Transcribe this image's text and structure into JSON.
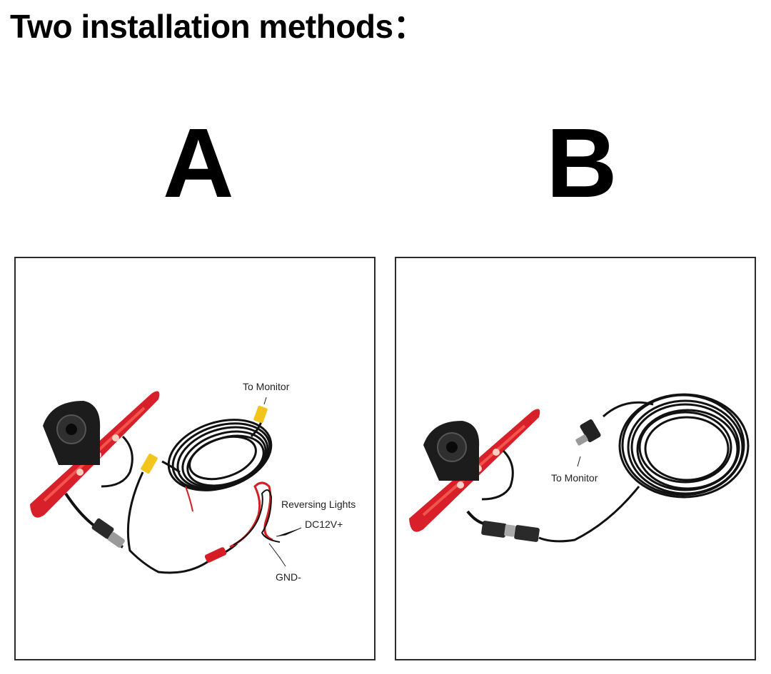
{
  "page": {
    "title": "Two installation methods："
  },
  "methods": [
    {
      "letter": "A",
      "labels": {
        "to_monitor": "To Monitor",
        "reversing_lights": "Reversing Lights",
        "dc12v": "DC12V+",
        "gnd": "GND-"
      }
    },
    {
      "letter": "B",
      "labels": {
        "to_monitor": "To Monitor"
      }
    }
  ],
  "colors": {
    "brake_light_red": "#d8202a",
    "camera_body": "#1c1c1c",
    "cable": "#111111",
    "rca_yellow": "#f2c51c",
    "power_red": "#d41e24",
    "frame_border": "#2a2a2a"
  }
}
